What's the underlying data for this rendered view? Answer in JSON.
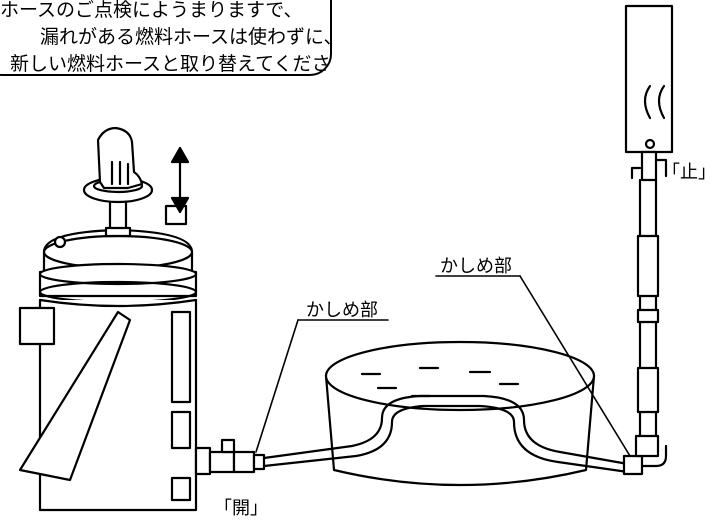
{
  "callout": {
    "lines": [
      "ホースのご点検にようまりますで、",
      "漏れがある燃料ホースは使わずに、",
      "新しい燃料ホースと取り替えてください。"
    ]
  },
  "labels": {
    "crimp_left": "かしめ部",
    "crimp_right": "かしめ部",
    "valve_close": "「止」",
    "valve_open": "「開」"
  }
}
